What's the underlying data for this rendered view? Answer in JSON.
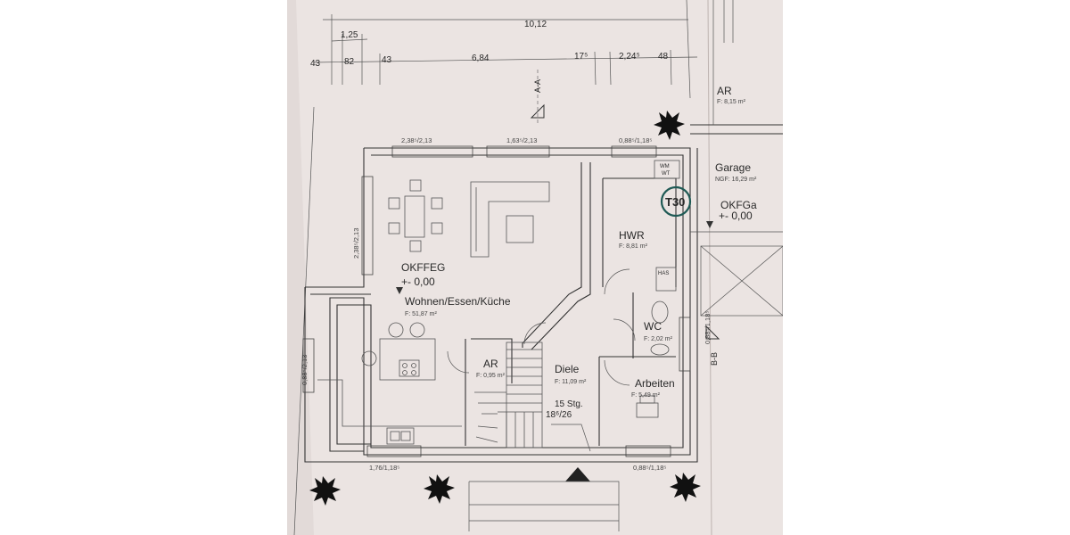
{
  "dimensions": {
    "total": "10,12",
    "top_left": "1,25",
    "d1": "43",
    "d2": "82",
    "d3": "43",
    "d4": "6,84",
    "d5": "17⁵",
    "d6": "2,24⁵",
    "d7": "48"
  },
  "windows": {
    "top_left": "2,38⁵/2,13",
    "top_mid": "1,63⁵/2,13",
    "top_right": "0,88⁵/1,18⁵",
    "left_upper": "2,38⁵/2,13",
    "left_lower": "0,88⁵/2,13",
    "bottom_left": "1,76/1,18⁵",
    "bottom_right": "0,88⁵/1,18⁵",
    "right": "0,88⁵/1,18⁵"
  },
  "sections": {
    "a": "A-A",
    "b": "B-B"
  },
  "level": {
    "name": "OKFFEG",
    "value": "+- 0,00"
  },
  "garage_level": {
    "name": "OKFGa",
    "value": "+- 0,00"
  },
  "rooms": {
    "living": {
      "name": "Wohnen/Essen/Küche",
      "area": "F: 51,87 m²"
    },
    "hwr": {
      "name": "HWR",
      "area": "F: 8,81 m²"
    },
    "wc": {
      "name": "WC",
      "area": "F: 2,02 m²"
    },
    "ar": {
      "name": "AR",
      "area": "F: 0,95 m²"
    },
    "diele": {
      "name": "Diele",
      "area": "F: 11,09 m²"
    },
    "arbeiten": {
      "name": "Arbeiten",
      "area": "F: 5,49 m²"
    },
    "ar_garage": {
      "name": "AR",
      "area": "F: 8,15 m²"
    },
    "garage": {
      "name": "Garage",
      "area": "NGF: 16,29 m²"
    }
  },
  "stairs": {
    "steps": "15 Stg.",
    "ratio": "18⁶/26"
  },
  "labels": {
    "t30": "T30",
    "wm": "WM",
    "wt": "WT",
    "has": "HAS"
  }
}
